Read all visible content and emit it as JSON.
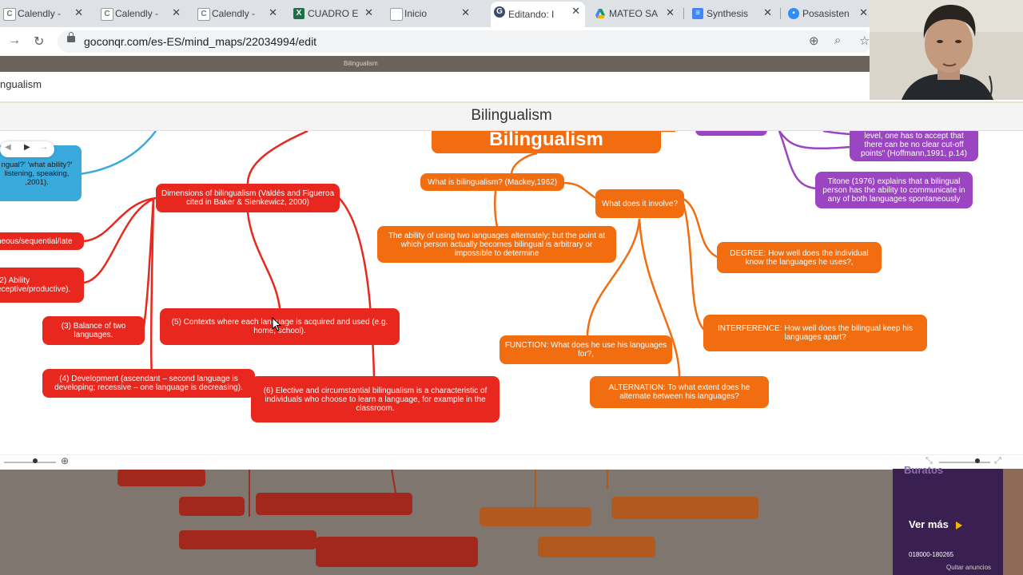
{
  "browser": {
    "tabs": [
      {
        "label": "Calendly -",
        "icon": "calendly-icon",
        "icon_color": "#ffffff",
        "icon_letter": "C",
        "active": false
      },
      {
        "label": "Calendly -",
        "icon": "calendly-icon",
        "icon_color": "#ffffff",
        "icon_letter": "C",
        "active": false
      },
      {
        "label": "Calendly -",
        "icon": "calendly-icon",
        "icon_color": "#ffffff",
        "icon_letter": "C",
        "active": false
      },
      {
        "label": "CUADRO E",
        "icon": "excel-icon",
        "icon_color": "#1e7145",
        "icon_letter": "X",
        "active": false
      },
      {
        "label": "Inicio",
        "icon": "page-icon",
        "icon_color": "#ffffff",
        "icon_letter": "",
        "active": false
      },
      {
        "label": "Editando: I",
        "icon": "goconqr-icon",
        "icon_color": "#3d4a6b",
        "icon_letter": "G",
        "active": true
      },
      {
        "label": "MATEO SA",
        "icon": "drive-icon",
        "icon_color": "#f4b400",
        "icon_letter": "",
        "active": false
      },
      {
        "label": "Synthesis",
        "icon": "docs-icon",
        "icon_color": "#4285f4",
        "icon_letter": "",
        "active": false
      },
      {
        "label": "Posasisten",
        "icon": "zoom-icon",
        "icon_color": "#2d8cff",
        "icon_letter": "",
        "active": false
      }
    ],
    "url": "goconqr.com/es-ES/mind_maps/22034994/edit"
  },
  "page": {
    "doc_title": "ngualism",
    "map_title": "Bilingualism",
    "background_mini_title": "Bilingualism"
  },
  "mindmap": {
    "central": "Bilingualism",
    "red_nodes": {
      "dimensions": "Dimensions of bilingualism (Valdés and Figueroa cited in Baker & Sienkewicz, 2000)",
      "sequential": "neous/sequential/late",
      "ability": "(2) Ability eceptive/productive).",
      "balance": "(3) Balance of two languages.",
      "contexts": "(5) Contexts where each language is acquired and used (e.g. home, school).",
      "development": "(4) Development (ascendant – second language is developing; recessive – one language is decreasing).",
      "elective": "(6) Elective and circumstantial bilingualism is a characteristic of individuals who choose to learn a language, for example in the classroom."
    },
    "blue_node": "ngual?' 'what ability?' listening, speaking, ,2001).",
    "orange_nodes": {
      "what_is": "What is bilingualism? (Mackey,1962)",
      "definition": "The ability of using two languages alternately; but the point at which person actually becomes bilingual is arbitrary or impossible to determine",
      "involve": "What does it involve?",
      "degree": "DEGREE: How well does the individual know the languages he uses?,",
      "interference": "INTERFERENCE: How well does the bilingual keep his languages apart?",
      "function": "FUNCTION: What does he use his languages for?,",
      "alternation": "ALTERNATION: To what extent does he alternate between his languages?"
    },
    "purple_nodes": {
      "hoffmann": "level, one has to accept that there can be no clear cut-off points\" (Hoffmann,1991, p.14)",
      "titone": "Titone (1976) explains that a bilingual person has the ability to communicate in any of both languages spontaneously"
    }
  },
  "ad": {
    "brand": "Buratos",
    "cta": "Ver más",
    "phone": "018000-180265",
    "footer": "Quitar anuncios"
  },
  "colors": {
    "red": "#e8281e",
    "orange": "#f26c10",
    "purple": "#9b45c2",
    "blue": "#3aa9dc"
  }
}
